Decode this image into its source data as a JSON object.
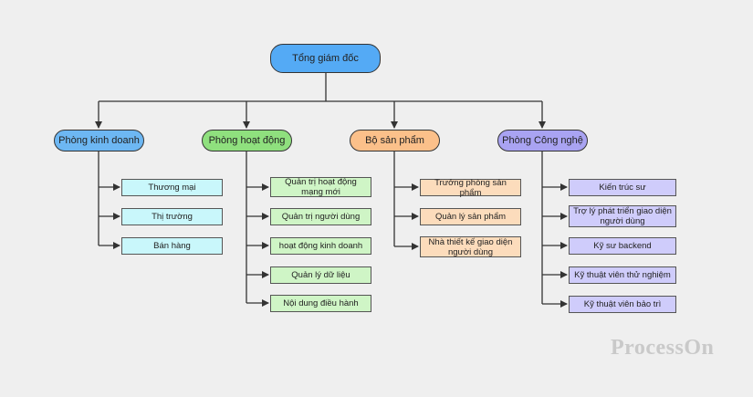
{
  "root": {
    "label": "Tổng giám đốc",
    "color": "#54aaf5"
  },
  "departments": [
    {
      "label": "Phòng kinh doanh",
      "color": "#6db7f3",
      "child_color": "#c9f7fb",
      "children": [
        "Thương mại",
        "Thị trường",
        "Bán hàng"
      ]
    },
    {
      "label": "Phòng hoạt động",
      "color": "#8fe07e",
      "child_color": "#cff5c6",
      "children": [
        "Quản trị hoạt động mạng mới",
        "Quản trị người dùng",
        "hoạt động kinh doanh",
        "Quản lý dữ liệu",
        "Nội dung điều hành"
      ]
    },
    {
      "label": "Bộ sản phẩm",
      "color": "#fbc08a",
      "child_color": "#fcdcbc",
      "children": [
        "Trưởng phòng sản phẩm",
        "Quản lý sản phẩm",
        "Nhà thiết kế giao diện người dùng"
      ]
    },
    {
      "label": "Phòng Công nghệ",
      "color": "#a9a3f2",
      "child_color": "#cfccfb",
      "children": [
        "Kiến trúc sư",
        "Trợ lý phát triển giao diện người dùng",
        "Kỹ sư backend",
        "Kỹ thuật viên thử nghiệm",
        "Kỹ thuật viên bảo trì"
      ]
    }
  ],
  "watermark": "ProcessOn"
}
